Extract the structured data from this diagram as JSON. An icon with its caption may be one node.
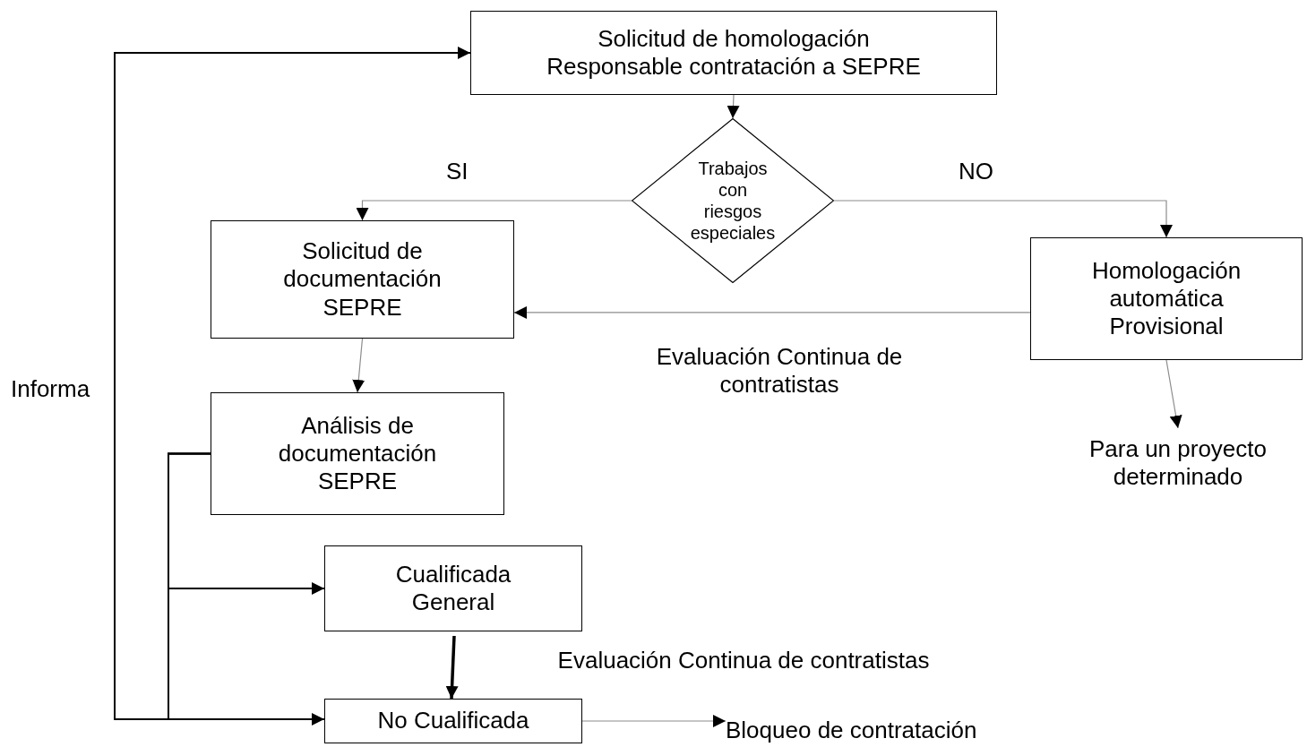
{
  "diagram": {
    "nodes": [
      {
        "text": [
          "Solicitud de homologación Responsable contratación a SEPRE"
        ]
      },
      {
        "text": [
          "Trabajos con riesgos especiales"
        ]
      },
      {
        "text": [
          "Solicitud de documentación SEPRE"
        ]
      },
      {
        "text": [
          "Homologación automática Provisional"
        ]
      },
      {
        "text": [
          "Para un proyecto determinado"
        ]
      },
      {
        "text": [
          "Análisis de documentación SEPRE"
        ]
      },
      {
        "text": [
          "Cualificada General"
        ]
      },
      {
        "text": [
          "No Cualificada"
        ]
      },
      {
        "text": [
          "Bloqueo de contratación"
        ]
      }
    ],
    "edges": [
      {
        "from": 0,
        "to": 1,
        "arrow": "to"
      },
      {
        "from": 1,
        "to": 2,
        "arrow": "to",
        "label": "SI"
      },
      {
        "from": 1,
        "to": 3,
        "arrow": "to",
        "label": "NO"
      },
      {
        "from": 3,
        "to": 2,
        "arrow": "to"
      },
      {
        "from": 3,
        "to": 4,
        "arrow": "to"
      },
      {
        "from": 2,
        "to": 5,
        "arrow": "to"
      },
      {
        "from": 5,
        "to": 6,
        "arrow": "to",
        "color": "#000000"
      },
      {
        "from": 5,
        "to": 7,
        "arrow": "to",
        "color": "#000000"
      },
      {
        "from": 6,
        "to": 7,
        "arrow": "to",
        "color": "#000000",
        "style": "thick"
      },
      {
        "from": 7,
        "to": 8,
        "arrow": "to"
      },
      {
        "from": 5,
        "to": 0,
        "arrow": "to",
        "color": "#000000",
        "label": "Informa"
      }
    ],
    "labels": [
      "Evaluación Continua de contratistas",
      "Evaluación Continua de contratistas"
    ]
  }
}
